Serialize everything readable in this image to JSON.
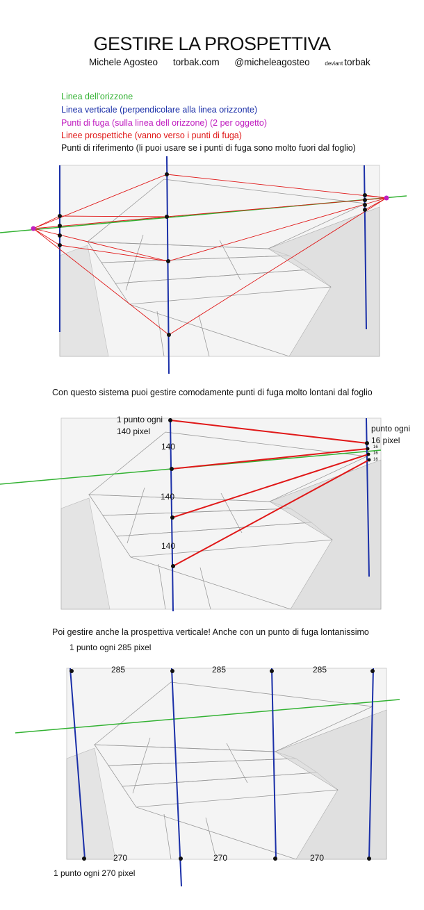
{
  "header": {
    "title": "GESTIRE LA PROSPETTIVA",
    "author": "Michele Agosteo",
    "site": "torbak.com",
    "handle": "@micheleagosteo",
    "deviant_prefix": "deviant",
    "deviant_name": "torbak"
  },
  "legend": [
    {
      "text": "Linea dell'orizzone",
      "color": "#33b233"
    },
    {
      "text": "Linea verticale (perpendicolare alla linea orizzonte)",
      "color": "#1a2fa8"
    },
    {
      "text": "Punti di fuga (sulla linea dell orizzone) (2 per oggetto)",
      "color": "#c020c0"
    },
    {
      "text": "Linee prospettiche (vanno verso i punti di fuga)",
      "color": "#e01818"
    },
    {
      "text": "Punti di riferimento (li puoi usare se i punti di fuga sono molto fuori dal foglio)",
      "color": "#111111"
    }
  ],
  "panel2": {
    "caption": "Con questo sistema puoi gestire comodamente punti di fuga molto lontani dal foglio",
    "left_note_1": "1 punto ogni",
    "left_note_2": "140 pixel",
    "right_note_1": "punto ogni",
    "right_note_2": "16 pixel",
    "spacing_labels": [
      "140",
      "140",
      "140"
    ],
    "small_labels": [
      "16",
      "16",
      "16"
    ]
  },
  "panel3": {
    "caption": "Poi gestire anche la prospettiva verticale!  Anche con un punto di fuga lontanissimo",
    "top_note": "1 punto ogni 285 pixel",
    "top_labels": [
      "285",
      "285",
      "285"
    ],
    "bottom_note": "1 punto ogni 270 pixel",
    "bottom_labels": [
      "270",
      "270",
      "270"
    ]
  },
  "colors": {
    "horizon": "#33b233",
    "vertical": "#1a2fa8",
    "vanishing": "#c020c0",
    "perspective": "#e01818",
    "reference": "#111111"
  }
}
